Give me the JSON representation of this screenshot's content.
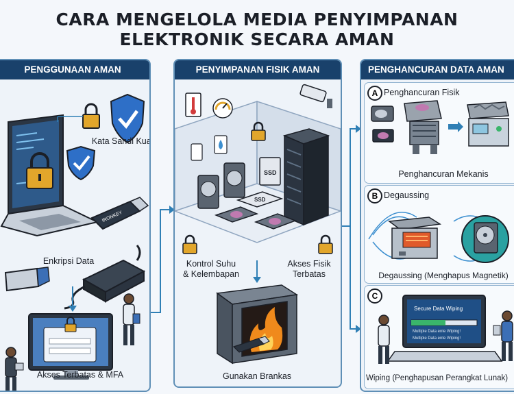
{
  "title": {
    "line1": "CARA MENGELOLA MEDIA PENYIMPANAN",
    "line2": "ELEKTRONIK SECARA AMAN"
  },
  "panels": {
    "left": {
      "heading": "PENGGUNAAN AMAN",
      "labels": {
        "password": "Kata Sandi Kuat",
        "encryption": "Enkripsi Data",
        "access": "Akses Terbatas & MFA"
      },
      "device_brand": "IRONKEY"
    },
    "middle": {
      "heading": "PENYIMPANAN FISIK AMAN",
      "labels": {
        "climate_line1": "Kontrol Suhu",
        "climate_line2": "& Kelembapan",
        "access_line1": "Akses Fisik",
        "access_line2": "Terbatas",
        "safe": "Gunakan Brankas"
      },
      "ssd_label": "SSD"
    },
    "right": {
      "heading": "PENGHANCURAN DATA AMAN",
      "sections": [
        {
          "badge": "A",
          "title": "Penghancuran Fisik",
          "caption": "Penghancuran Mekanis"
        },
        {
          "badge": "B",
          "title": "Degaussing",
          "caption": "Degaussing (Menghapus Magnetik)"
        },
        {
          "badge": "C",
          "title": "",
          "caption": "Wiping (Penghapusan Perangkat Lunak)",
          "screen_title": "Secure Data Wiping",
          "screen_line1": "Multiple Data ente Wiping!",
          "screen_line2": "Multiple Data ente Wiping!"
        }
      ]
    }
  },
  "colors": {
    "panel_header": "#19416b",
    "panel_border": "#5f8fb6",
    "arrow": "#2f7fb5",
    "lock": "#e2a62b",
    "shield": "#2e6fc7",
    "fire": "#f08a1c"
  }
}
